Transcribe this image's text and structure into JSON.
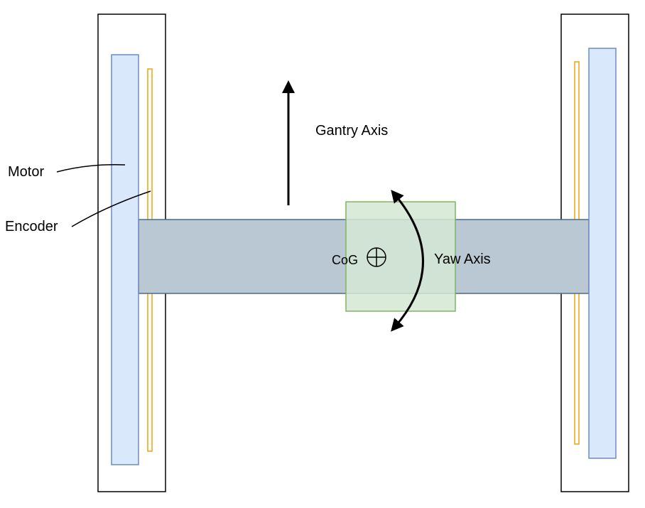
{
  "labels": {
    "motor": "Motor",
    "encoder": "Encoder",
    "gantry_axis": "Gantry Axis",
    "yaw_axis": "Yaw Axis",
    "cog": "CoG"
  },
  "icons": {
    "cog_marker": "circled-plus-icon",
    "gantry_arrow": "arrow-up-icon",
    "yaw_arrow": "curved-double-arrow-icon"
  },
  "colors": {
    "motor_fill": "#dae8fc",
    "motor_stroke": "#6c8ebf",
    "encoder_stroke": "#f0a30a",
    "beam_fill": "#bac8d3",
    "beam_stroke": "#4d6a86",
    "carriage_fill": "#d5e8d4",
    "carriage_stroke": "#82b366",
    "outline": "#000000"
  }
}
